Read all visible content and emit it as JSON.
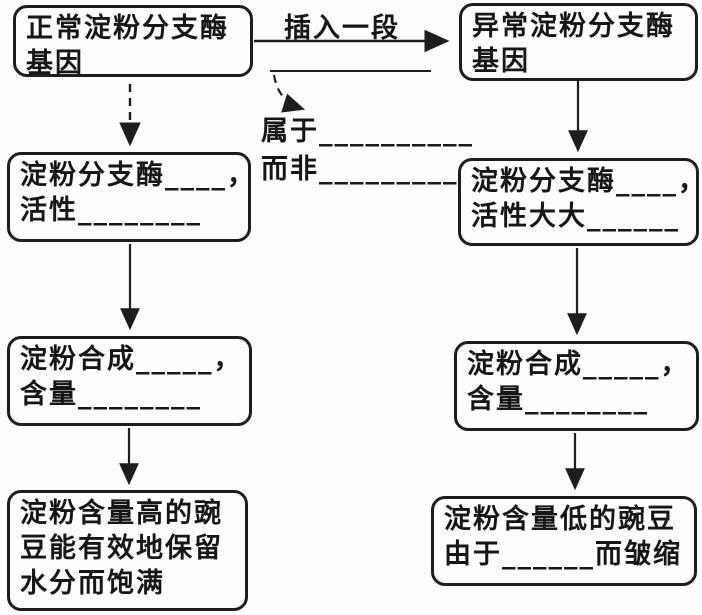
{
  "diagram": {
    "description": "Flowchart comparing normal vs abnormal starch-branching enzyme gene in peas (fill-in-the-blank biology diagram)",
    "left_column": {
      "box1": {
        "line1": "正常淀粉分支酶",
        "line2": "基因"
      },
      "box2": {
        "line1": "淀粉分支酶____，",
        "line2": "活性________"
      },
      "box3": {
        "line1": "淀粉合成_____，",
        "line2": "含量________"
      },
      "box4": {
        "line1": "淀粉含量高的豌",
        "line2": "豆能有效地保留",
        "line3": "水分而饱满"
      }
    },
    "right_column": {
      "box1": {
        "line1": "异常淀粉分支酶",
        "line2": "基因"
      },
      "box2": {
        "line1": "淀粉分支酶____，",
        "line2": "活性大大______"
      },
      "box3": {
        "line1": "淀粉合成_____，",
        "line2": "含量________"
      },
      "box4": {
        "line1": "淀粉含量低的豌豆",
        "line2": "由于______而皱缩"
      }
    },
    "labels": {
      "insert_segment": "插入一段",
      "belongs_to": "属于__________",
      "rather_than": "而非__________"
    },
    "colors": {
      "ink": "#1d1d1d",
      "background": "#fdfdfc"
    }
  }
}
